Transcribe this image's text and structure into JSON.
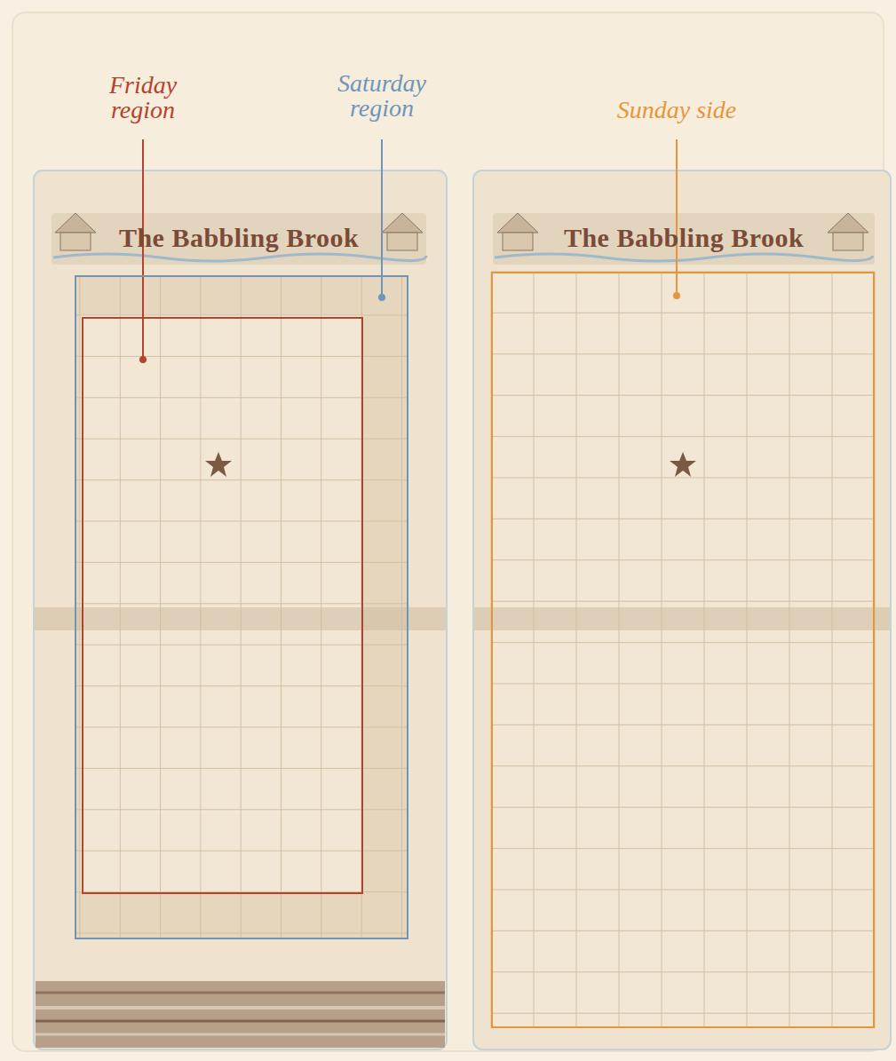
{
  "diagram": {
    "nodes": [
      {
        "text": [
          "Saturday region"
        ]
      },
      {
        "text": [
          "Friday region"
        ],
        "in": 0
      },
      {
        "text": [
          "Sunday side"
        ]
      }
    ],
    "labels": [
      "The Babbling Brook",
      "The Babbling Brook"
    ]
  }
}
